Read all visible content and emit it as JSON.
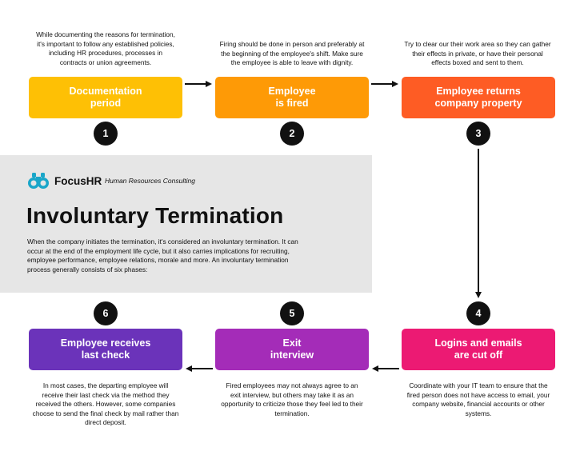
{
  "brand": {
    "name": "FocusHR",
    "separator": "•",
    "tagline": "Human Resources Consulting",
    "icon": "binoculars-icon",
    "accent": "#1aa6c9"
  },
  "title": "Involuntary Termination",
  "intro": "When the company initiates the termination, it's considered an involuntary termination. It can occur at the end of the employment life cycle, but it also carries implications for recruiting, employee performance, employee relations, morale and more. An involuntary termination process generally consists of six phases:",
  "steps": [
    {
      "number": "1",
      "label": "Documentation\nperiod",
      "color": "#fec005",
      "description": "While documenting the reasons for termination, it's important to follow any established policies, including HR procedures, processes in contracts or union agreements."
    },
    {
      "number": "2",
      "label": "Employee\nis fired",
      "color": "#fe9a06",
      "description": "Firing should be done in person and preferably at the beginning of the employee's shift. Make sure the employee is able to leave with dignity."
    },
    {
      "number": "3",
      "label": "Employee returns\ncompany property",
      "color": "#fe5c24",
      "description": "Try to clear our their work area so they can gather their effects in private, or have their personal effects boxed and sent to them."
    },
    {
      "number": "4",
      "label": "Logins and emails\nare cut off",
      "color": "#ec1a73",
      "description": "Coordinate with your IT team to ensure that the fired person does not have access to email, your company website, financial accounts or other systems."
    },
    {
      "number": "5",
      "label": "Exit\ninterview",
      "color": "#a42cb8",
      "description": "Fired employees may not always agree to an exit interview, but others may take it as an opportunity to criticize those they feel led to their termination."
    },
    {
      "number": "6",
      "label": "Employee receives\nlast check",
      "color": "#6b33ba",
      "description": "In most cases, the departing employee will receive their last check via the method they received the others. However, some companies choose to send the final check by mail rather than direct deposit."
    }
  ]
}
